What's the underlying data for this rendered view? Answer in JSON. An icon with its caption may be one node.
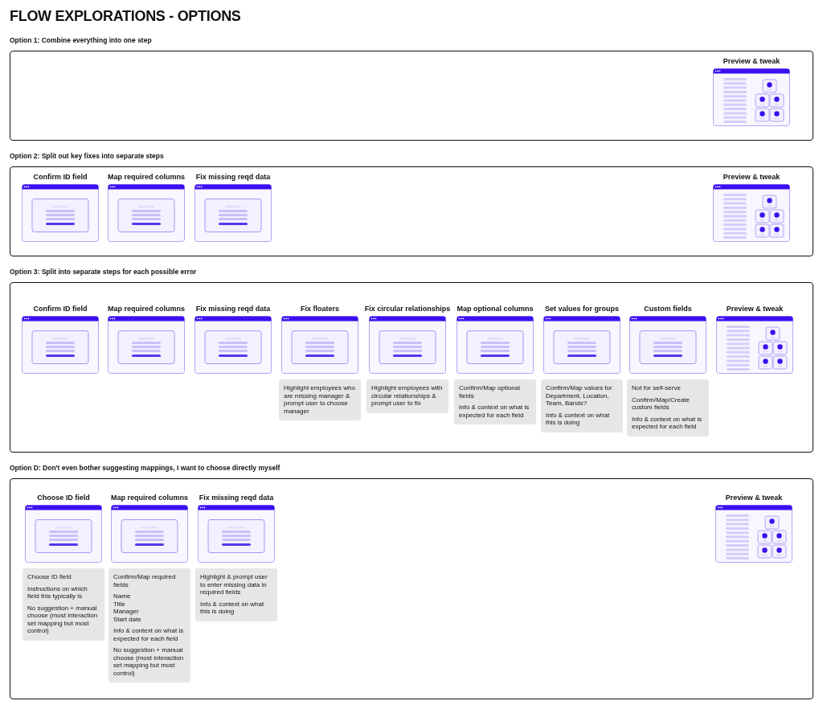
{
  "diagram": {
    "title": "FLOW EXPLORATIONS - OPTIONS",
    "nodes": [
      {
        "text": [
          "Option 1: Combine everything into one step"
        ]
      },
      {
        "text": [
          "Preview & tweak"
        ],
        "in": 0
      },
      {
        "text": [
          "Option 2: Split out key fixes into separate steps"
        ]
      },
      {
        "text": [
          "Confirm ID field"
        ],
        "in": 2
      },
      {
        "text": [
          "Map required columns"
        ],
        "in": 2
      },
      {
        "text": [
          "Fix missing reqd data"
        ],
        "in": 2
      },
      {
        "text": [
          "Preview & tweak"
        ],
        "in": 2
      },
      {
        "text": [
          "Option 3: Split into separate steps for each possible error"
        ]
      },
      {
        "text": [
          "Confirm ID field"
        ],
        "in": 7
      },
      {
        "text": [
          "Map required columns"
        ],
        "in": 7
      },
      {
        "text": [
          "Fix missing reqd data"
        ],
        "in": 7
      },
      {
        "text": [
          "Fix floaters"
        ],
        "in": 7
      },
      {
        "text": [
          "Fix circular relationships"
        ],
        "in": 7
      },
      {
        "text": [
          "Map optional columns"
        ],
        "in": 7
      },
      {
        "text": [
          "Set values for groups"
        ],
        "in": 7
      },
      {
        "text": [
          "Custom fields"
        ],
        "in": 7
      },
      {
        "text": [
          "Preview & tweak"
        ],
        "in": 7
      },
      {
        "text": [
          "Highlight employees who are missing manager & prompt user to choose manager"
        ],
        "in": 7
      },
      {
        "text": [
          "Highlight employees with circular relationships & prompt user to fix"
        ],
        "in": 7
      },
      {
        "text": [
          "Confirm/Map optional fields",
          "Info & context on what is expected for each field"
        ],
        "in": 7
      },
      {
        "text": [
          "Confirm/Map values for Department, Location, Team, Bands?",
          "Info & context on what this is doing"
        ],
        "in": 7
      },
      {
        "text": [
          "Not for self-serve",
          "Confirm/Map/Create custom fields",
          "Info & context on what is expected for each field"
        ],
        "in": 7
      },
      {
        "text": [
          "Option D: Don't even bother suggesting mappings, I want to choose directly myself"
        ]
      },
      {
        "text": [
          "Choose ID field"
        ],
        "in": 22
      },
      {
        "text": [
          "Map required columns"
        ],
        "in": 22
      },
      {
        "text": [
          "Fix missing reqd data"
        ],
        "in": 22
      },
      {
        "text": [
          "Preview & tweak"
        ],
        "in": 22
      },
      {
        "text": [
          "Choose ID field",
          "Instructions on which field this typically is",
          "No suggestion + manual choose (most interaction set mapping but most control)"
        ],
        "in": 22
      },
      {
        "text": [
          "Confirm/Map required fields",
          "Name",
          "Title",
          "Manager",
          "Start date",
          "Info & context on what is expected for each field",
          "No suggestion + manual choose (most interaction set mapping but most control)"
        ],
        "in": 22
      },
      {
        "text": [
          "Highlight & prompt user to enter missing data in required fields",
          "Info & context on what this is doing"
        ],
        "in": 22
      }
    ]
  }
}
